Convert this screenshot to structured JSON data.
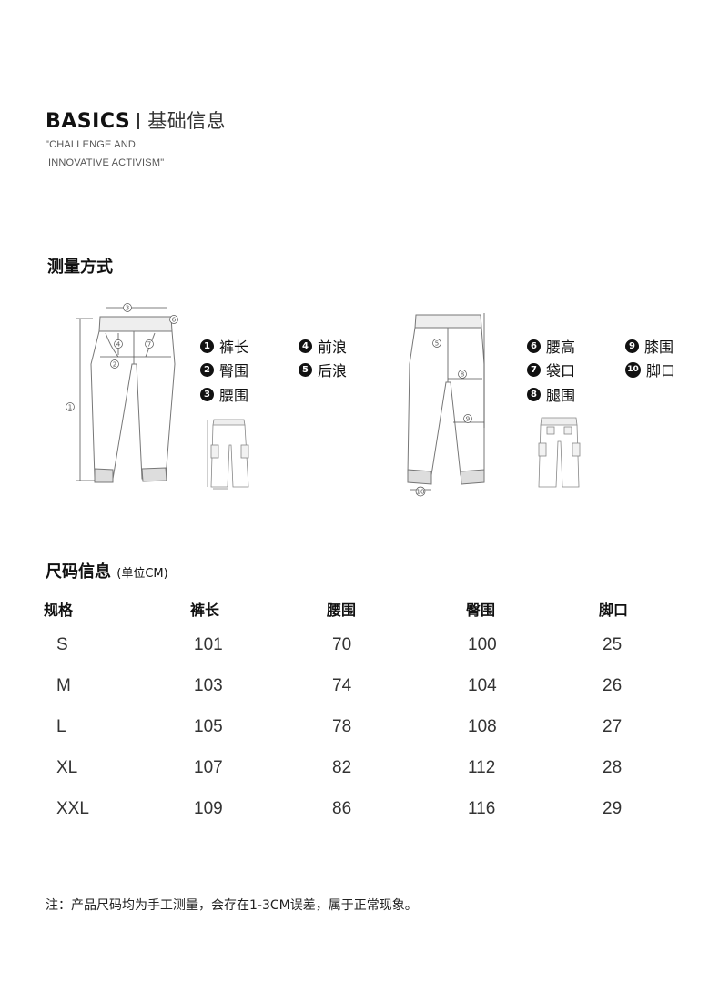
{
  "header": {
    "brand": "BASICS",
    "brand_cn": "基础信息",
    "slogan_line1": "\"CHALLENGE AND",
    "slogan_line2": "INNOVATIVE ACTIVISM\""
  },
  "measure": {
    "title": "测量方式",
    "legend": [
      {
        "num": "1",
        "label": "裤长"
      },
      {
        "num": "2",
        "label": "臀围"
      },
      {
        "num": "3",
        "label": "腰围"
      },
      {
        "num": "4",
        "label": "前浪"
      },
      {
        "num": "5",
        "label": "后浪"
      },
      {
        "num": "6",
        "label": "腰高"
      },
      {
        "num": "7",
        "label": "袋口"
      },
      {
        "num": "8",
        "label": "腿围"
      },
      {
        "num": "9",
        "label": "膝围"
      },
      {
        "num": "10",
        "label": "脚口"
      }
    ],
    "icons": {
      "front": "pants-front-diagram-icon",
      "back": "pants-back-diagram-icon",
      "front_thumb": "pants-front-thumbnail-icon",
      "back_thumb": "pants-back-thumbnail-icon"
    }
  },
  "size": {
    "title": "尺码信息",
    "unit": "(单位CM)",
    "columns": [
      "规格",
      "裤长",
      "腰围",
      "臀围",
      "脚口"
    ],
    "rows": [
      [
        "S",
        "101",
        "70",
        "100",
        "25"
      ],
      [
        "M",
        "103",
        "74",
        "104",
        "26"
      ],
      [
        "L",
        "105",
        "78",
        "108",
        "27"
      ],
      [
        "XL",
        "107",
        "82",
        "112",
        "28"
      ],
      [
        "XXL",
        "109",
        "86",
        "116",
        "29"
      ]
    ]
  },
  "note": "注：产品尺码均为手工测量，会存在1-3CM误差，属于正常现象。"
}
